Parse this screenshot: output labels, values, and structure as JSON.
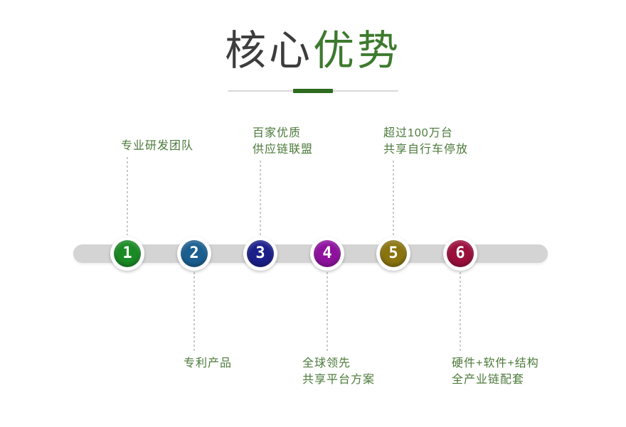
{
  "page": {
    "background": "#ffffff",
    "title": {
      "dark_part": "核心",
      "green_part": "优势",
      "dark_color": "#3d3d3d",
      "green_color": "#3d7a2e"
    },
    "divider": {
      "rail_color": "#d9d9d9",
      "accent_color": "#2e6b1e"
    },
    "timeline_bar": {
      "color": "#d4d4d4"
    },
    "connector": {
      "style": "dotted",
      "color": "#c9c9c9"
    },
    "caption_color": "#4b7a3a"
  },
  "nodes": [
    {
      "number": "1",
      "color": "#1a8a25",
      "position": "top",
      "caption_lines": [
        "专业研发团队"
      ]
    },
    {
      "number": "2",
      "color": "#1b5f90",
      "position": "bottom",
      "caption_lines": [
        "专利产品"
      ]
    },
    {
      "number": "3",
      "color": "#1b1f8a",
      "position": "top",
      "caption_lines": [
        "百家优质",
        "供应链联盟"
      ]
    },
    {
      "number": "4",
      "color": "#8e129e",
      "position": "bottom",
      "caption_lines": [
        "全球领先",
        "共享平台方案"
      ]
    },
    {
      "number": "5",
      "color": "#8a7410",
      "position": "top",
      "caption_lines": [
        "超过100万台",
        "共享自行车停放"
      ]
    },
    {
      "number": "6",
      "color": "#9b0f3c",
      "position": "bottom",
      "caption_lines": [
        "硬件+软件+结构",
        "全产业链配套"
      ]
    }
  ]
}
